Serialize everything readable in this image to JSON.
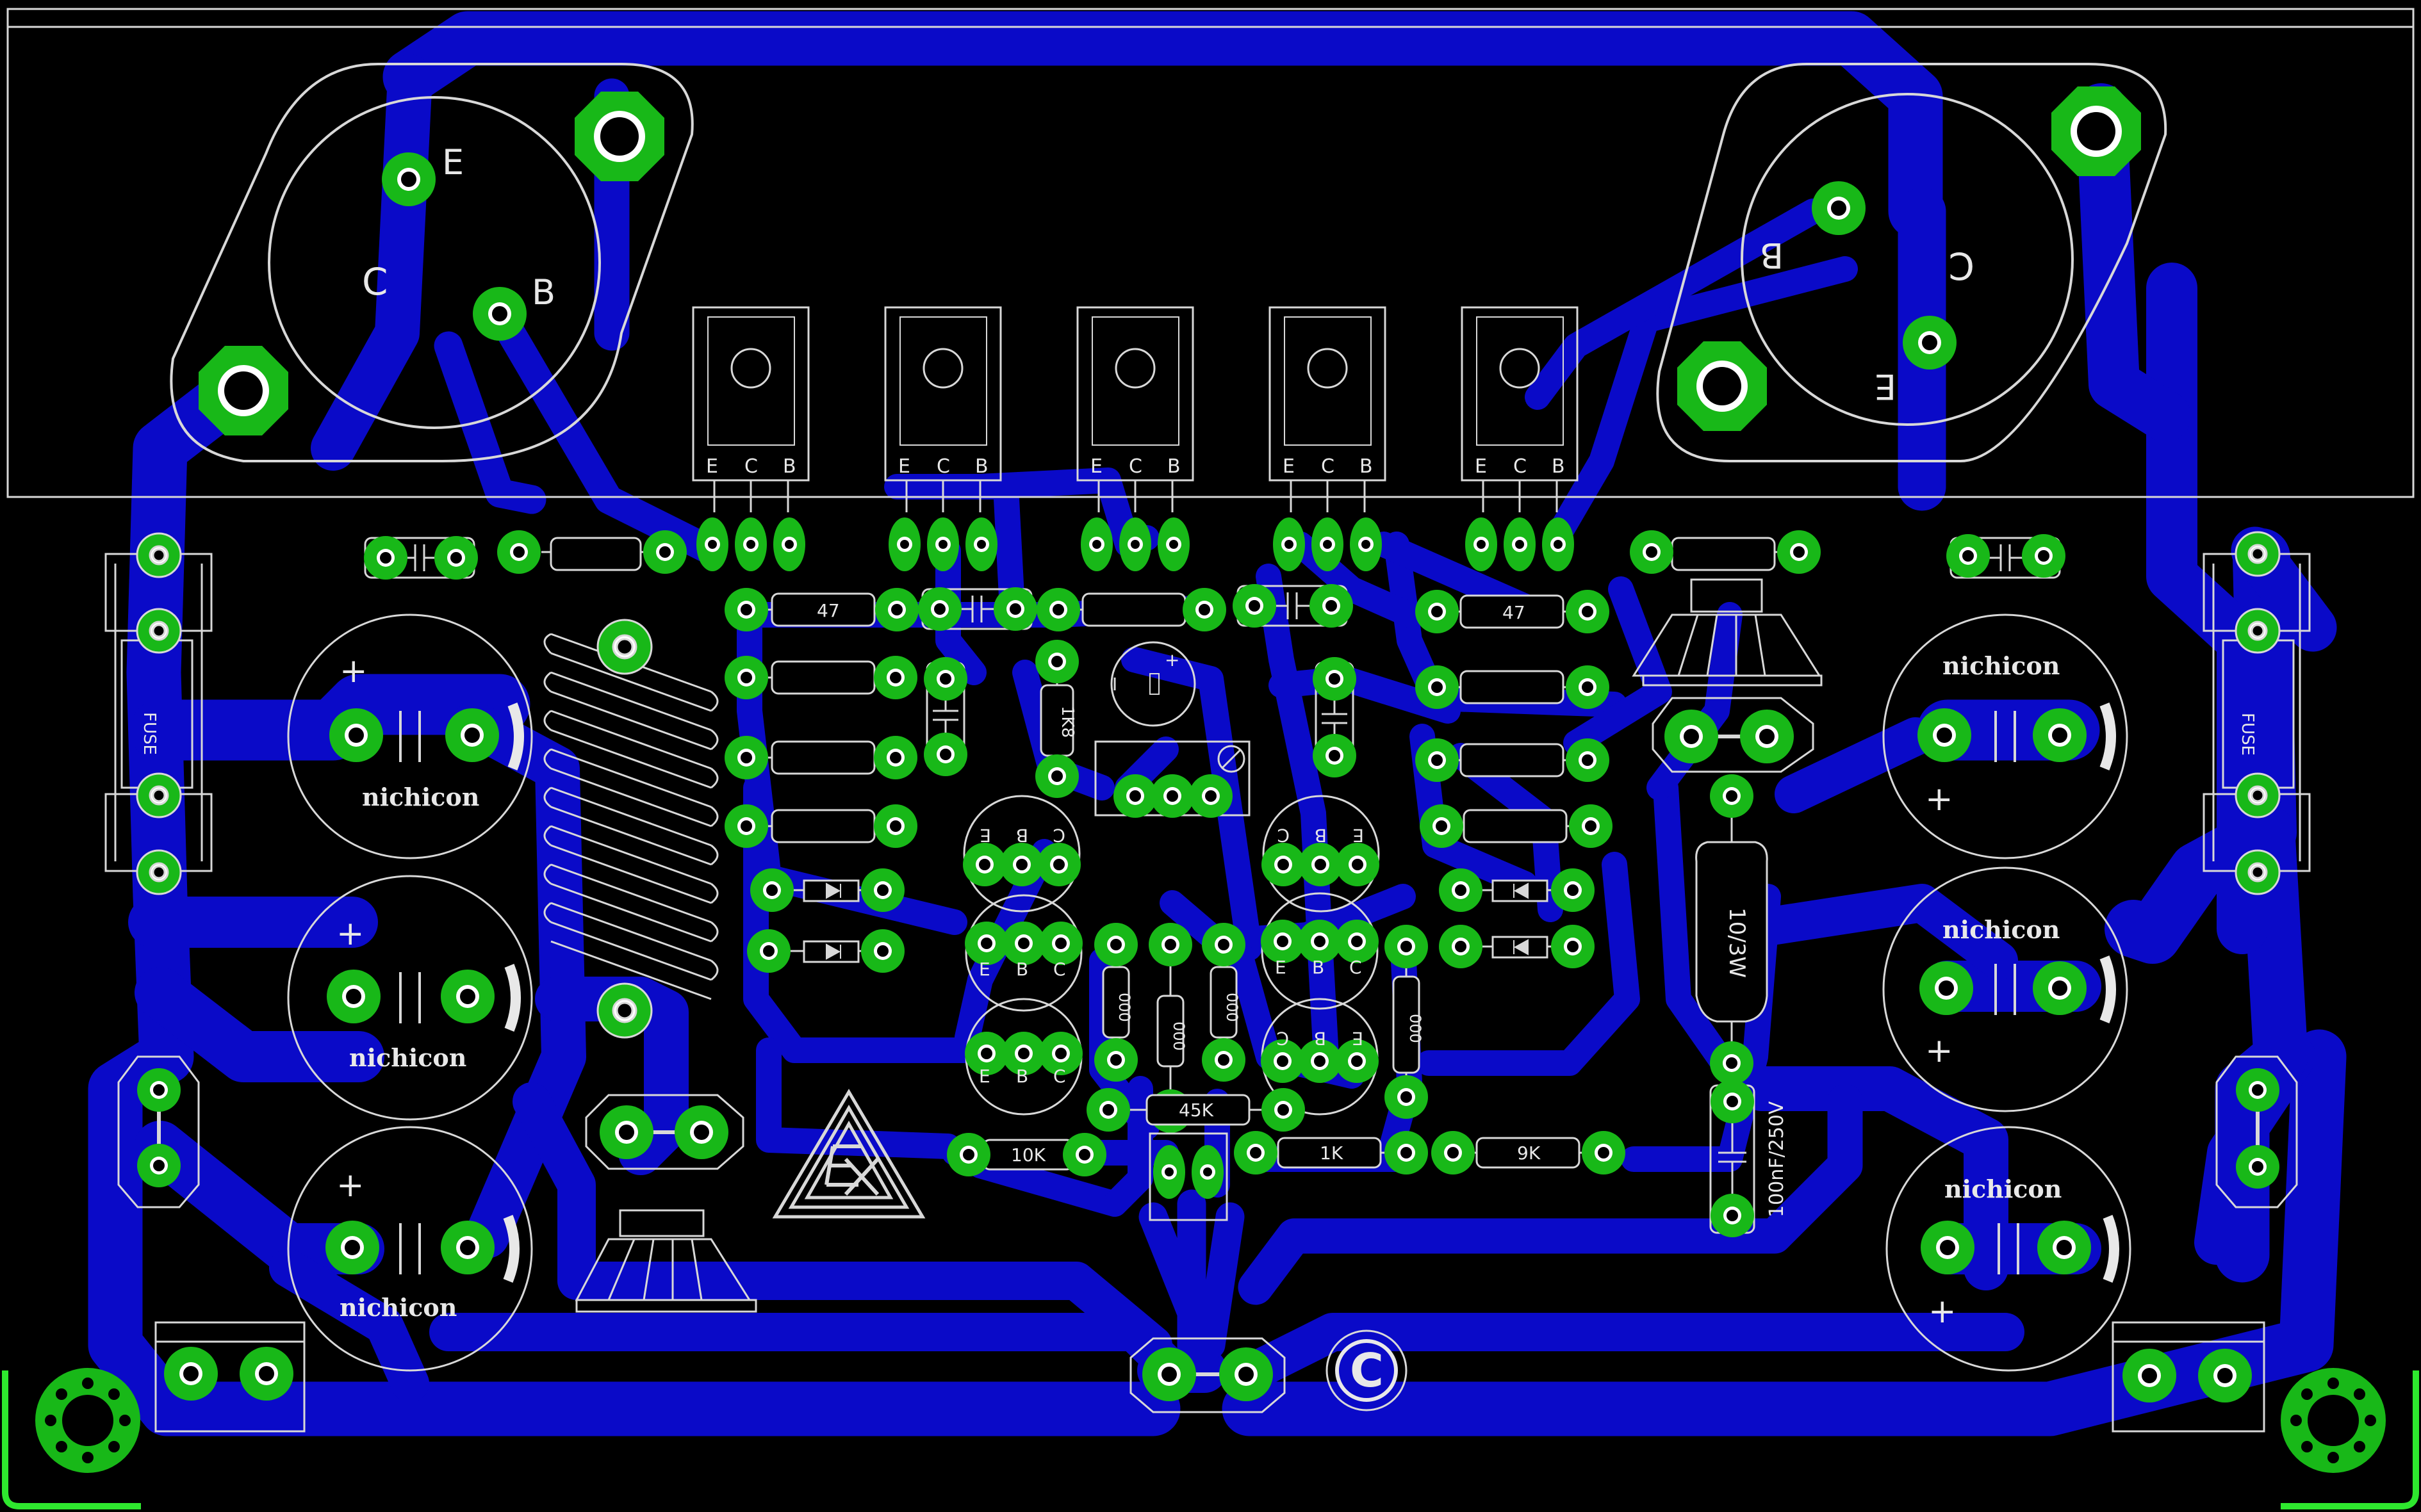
{
  "colors": {
    "background": "#000000",
    "copper": "#0a0ac8",
    "pad": "#18b818",
    "silkscreen": "#e0e0e0",
    "board_edge": "#2ee82e"
  },
  "transistors_large": {
    "left": {
      "e": "E",
      "c": "C",
      "b": "B"
    },
    "right": {
      "e": "E",
      "c": "C",
      "b": "B"
    }
  },
  "transistors_small": [
    {
      "e": "E",
      "c": "C",
      "b": "B"
    },
    {
      "e": "E",
      "c": "C",
      "b": "B"
    },
    {
      "e": "E",
      "c": "C",
      "b": "B"
    },
    {
      "e": "E",
      "c": "C",
      "b": "B"
    },
    {
      "e": "E",
      "c": "C",
      "b": "B"
    }
  ],
  "capacitor_brand": "nichicon",
  "polarity_plus": "+",
  "fuse_label": "FUSE",
  "resistors": {
    "r47_left": "47",
    "r47_right": "47",
    "r1k8": "1K8",
    "r10k": "10K",
    "r1k": "1K",
    "r9k": "9K",
    "r45k": "45K",
    "r10_3w": "10/3W",
    "r000_a": "000",
    "r000_b": "000",
    "r000_c": "000",
    "r000_d": "000"
  },
  "cap_100nf": "100nF/250V",
  "small_transistors": {
    "t1": {
      "a": "E",
      "b": "B",
      "c": "C"
    },
    "t2": {
      "a": "E",
      "b": "B",
      "c": "C"
    },
    "t3": {
      "a": "E",
      "b": "B",
      "c": "C"
    },
    "t4": {
      "a": "E",
      "b": "B",
      "c": "C"
    },
    "t5": {
      "a": "E",
      "b": "B",
      "c": "C"
    },
    "t6": {
      "a": "C",
      "b": "B",
      "c": "E"
    }
  },
  "logo_copyright": "C",
  "icons": [
    "speaker-icon",
    "fire-hazard-icon",
    "copyright-icon",
    "trimmer-potentiometer-icon",
    "mounting-hole-icon"
  ]
}
